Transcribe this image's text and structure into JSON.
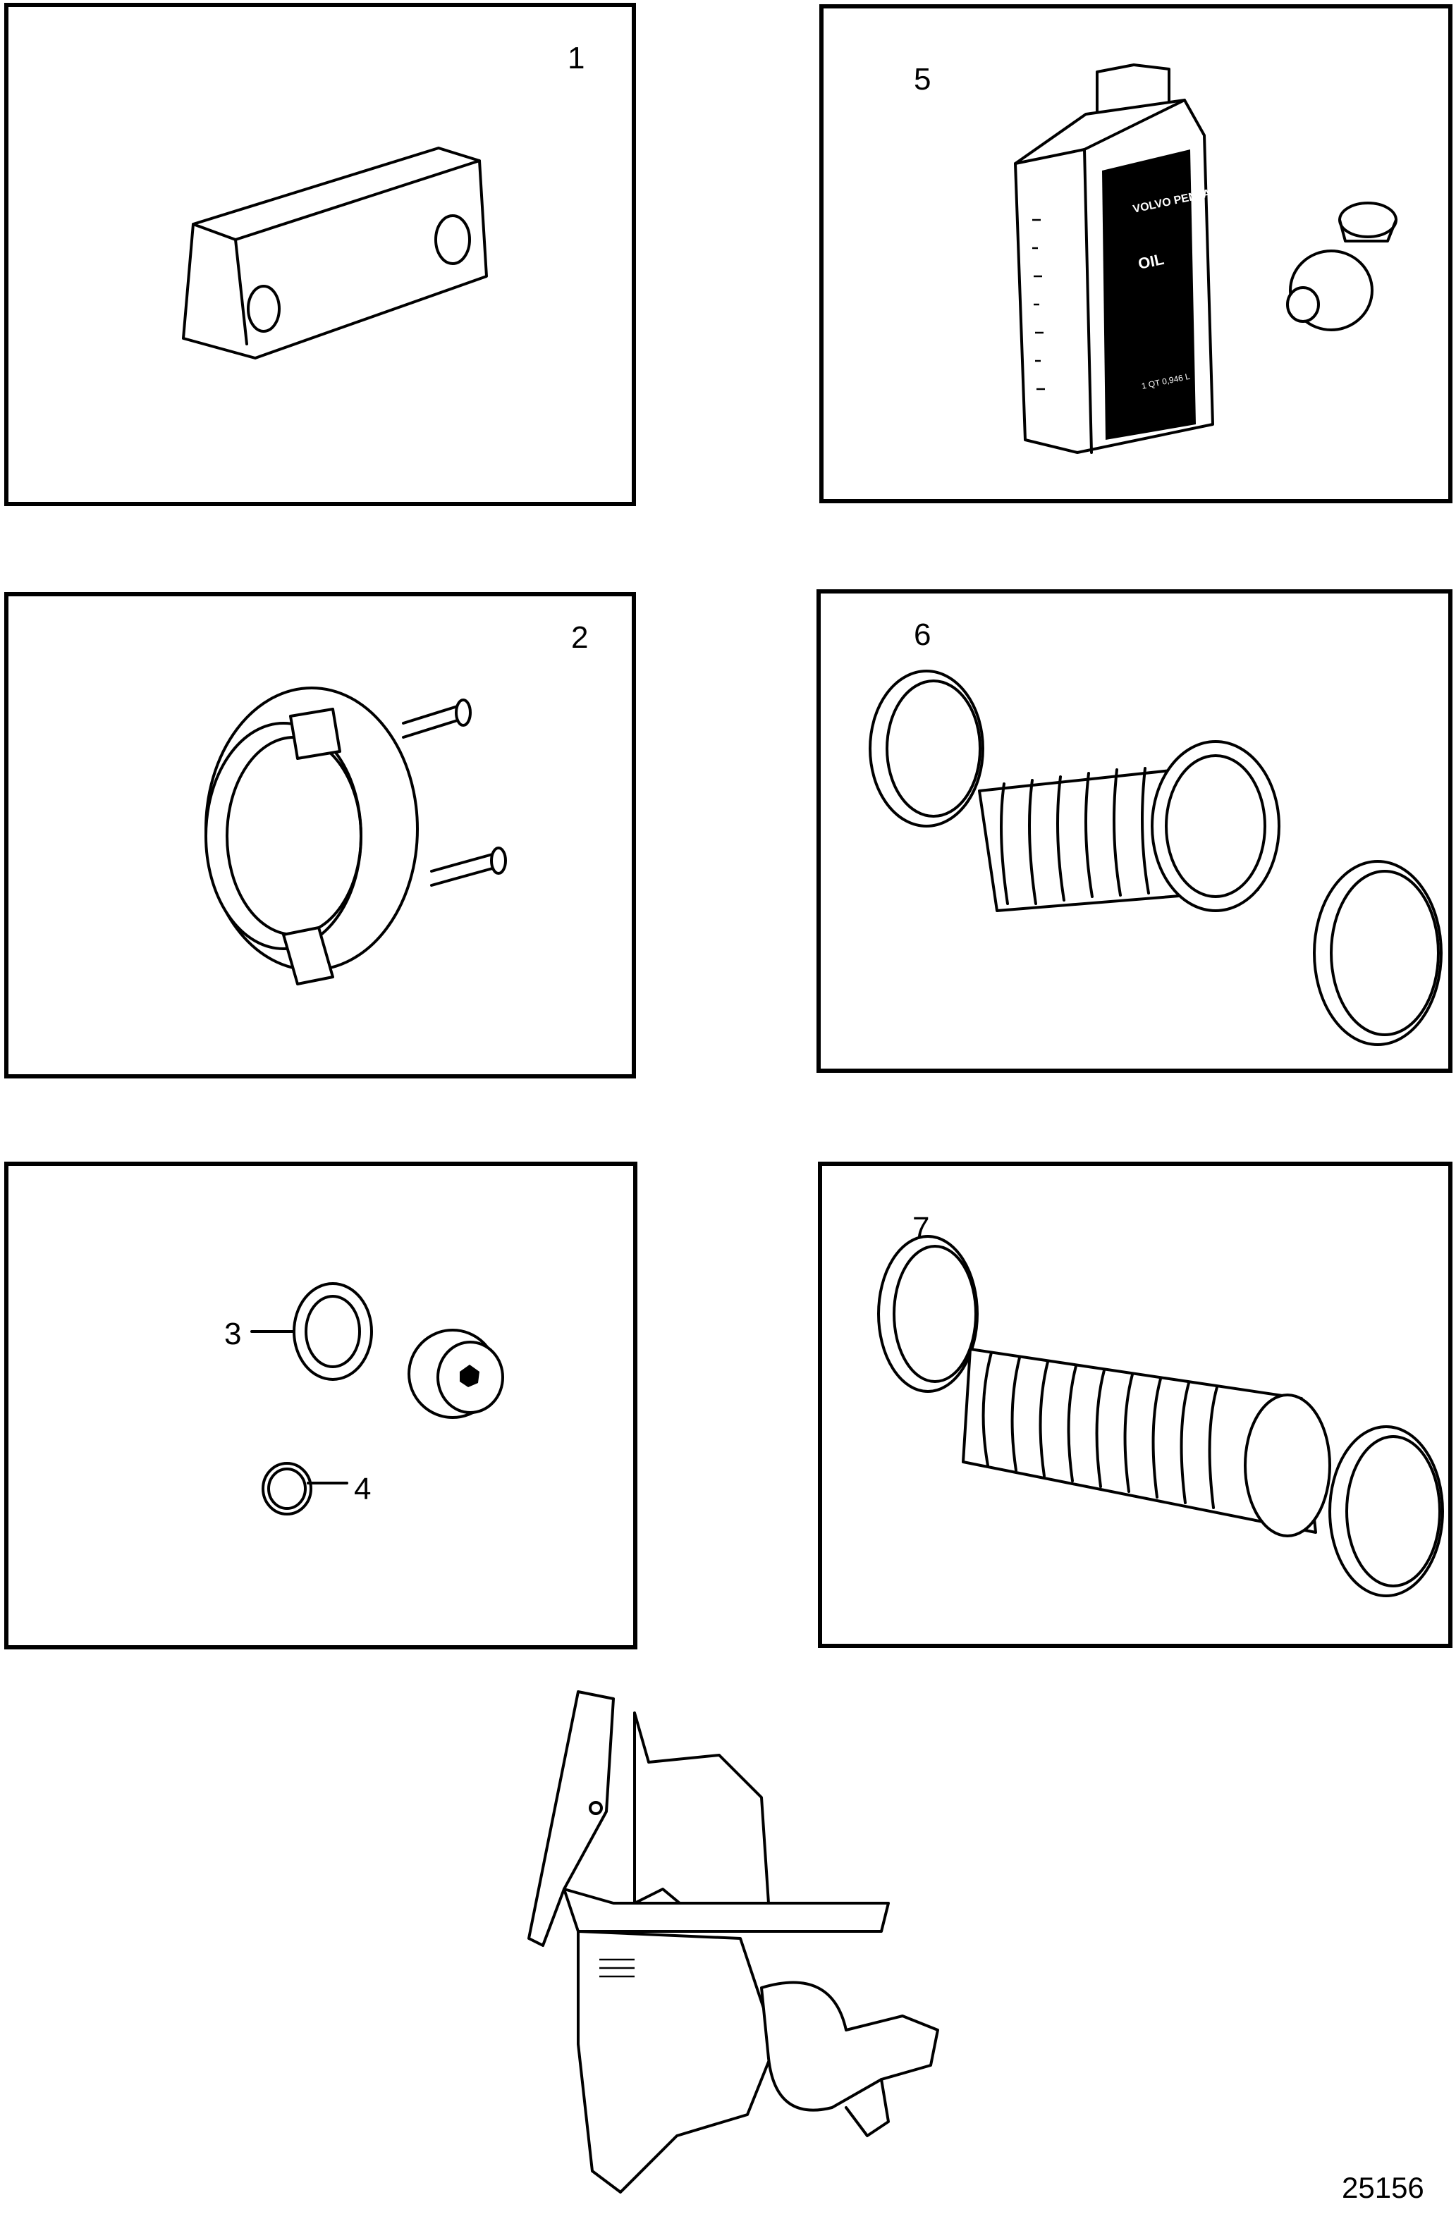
{
  "panels": [
    {
      "label": "1",
      "part": "anode-block"
    },
    {
      "label": "5",
      "part": "oil-bottle-and-gears"
    },
    {
      "label": "2",
      "part": "ring-anode-with-screws"
    },
    {
      "label": "6",
      "part": "bellows-with-clamps-short"
    },
    {
      "label": "3",
      "label_b": "4",
      "part": "seal-ring-plug-o-ring"
    },
    {
      "label": "7",
      "part": "bellows-with-clamps-long"
    }
  ],
  "bottle": {
    "brand": "VOLVO PENTA",
    "product": "OIL",
    "volume": "1 QT 0,946 L"
  },
  "figure_code": "25156"
}
